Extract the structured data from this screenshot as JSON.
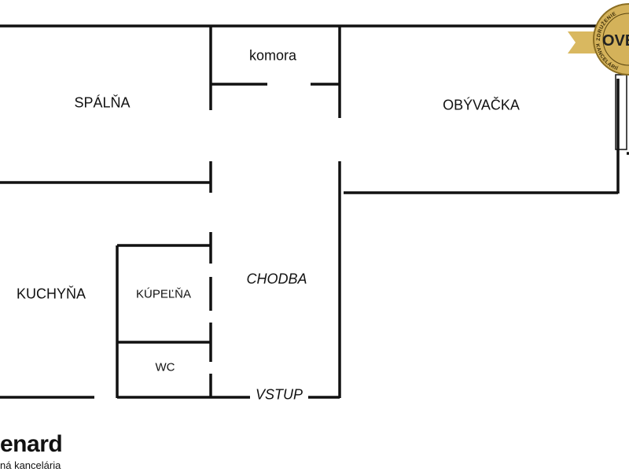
{
  "rooms": {
    "bedroom": "SPÁLŇA",
    "storage": "komora",
    "living": "OBÝVAČKA",
    "kitchen": "KUCHYŇA",
    "bathroom": "KÚPEĽŇA",
    "hall": "CHODBA",
    "wc": "WC",
    "entrance": "VSTUP"
  },
  "logo": {
    "name": "enard",
    "tagline": "ná kancelária"
  },
  "badge": {
    "main": "OVE",
    "arc_top": "ZDRUŽENIE",
    "arc_bottom": "KANCELÁRIÍ",
    "color": "#c9a84a"
  }
}
